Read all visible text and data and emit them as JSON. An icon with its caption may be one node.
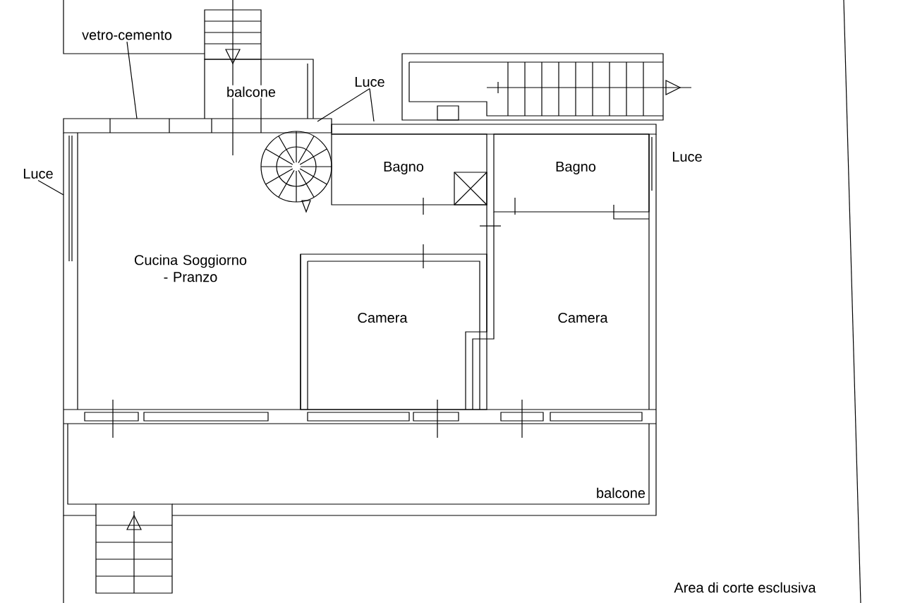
{
  "diagram": {
    "nodes": [
      {
        "text": [
          "vetro-cemento"
        ]
      },
      {
        "text": [
          "Luce"
        ]
      },
      {
        "text": [
          "Luce"
        ]
      }
    ],
    "edges": [
      {
        "from": 0,
        "to": null,
        "arrow": "none"
      },
      {
        "from": 1,
        "to": null,
        "arrow": "none"
      },
      {
        "from": 1,
        "to": null,
        "arrow": "none"
      },
      {
        "from": 2,
        "to": null,
        "arrow": "none"
      }
    ],
    "labels": [
      "balcone",
      "Bagno",
      "Bagno",
      "Luce",
      "Cucina Soggiorno - Pranzo",
      "Camera",
      "Camera",
      "balcone",
      "Area di corte esclusiva"
    ]
  }
}
